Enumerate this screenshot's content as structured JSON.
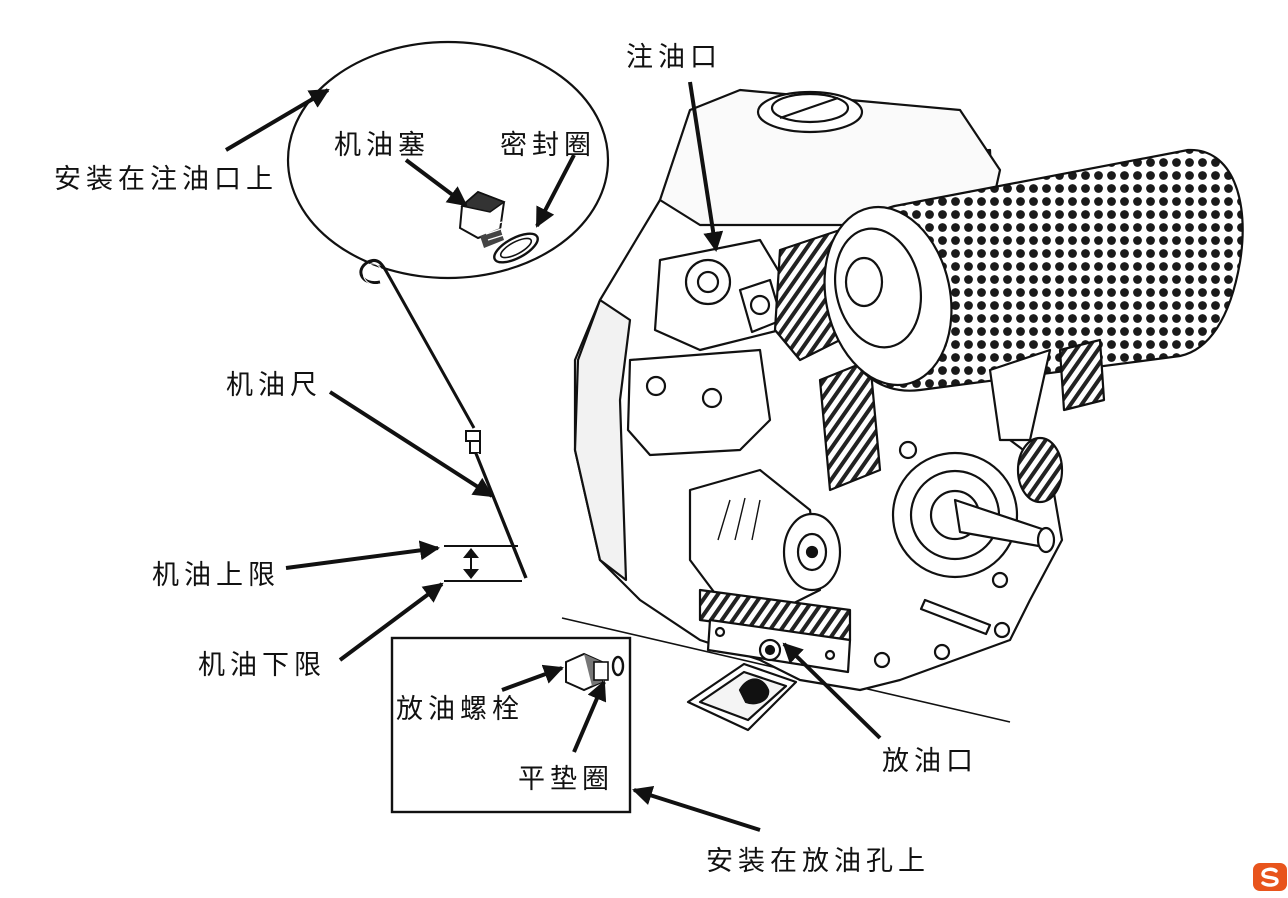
{
  "labels": {
    "install_on_filler": "安装在注油口上",
    "oil_plug": "机油塞",
    "seal_ring": "密封圈",
    "oil_filler_port": "注油口",
    "dipstick": "机油尺",
    "oil_upper_limit": "机油上限",
    "oil_lower_limit": "机油下限",
    "drain_bolt": "放油螺栓",
    "flat_washer": "平垫圈",
    "drain_port": "放油口",
    "install_on_drain_hole": "安装在放油孔上"
  },
  "colors": {
    "ink": "#111111",
    "background": "#ffffff",
    "logo": "#e8541c"
  },
  "icons": [
    "oil-plug-icon",
    "seal-ring-icon",
    "drain-bolt-icon",
    "flat-washer-icon",
    "engine-illustration",
    "sogou-logo"
  ]
}
